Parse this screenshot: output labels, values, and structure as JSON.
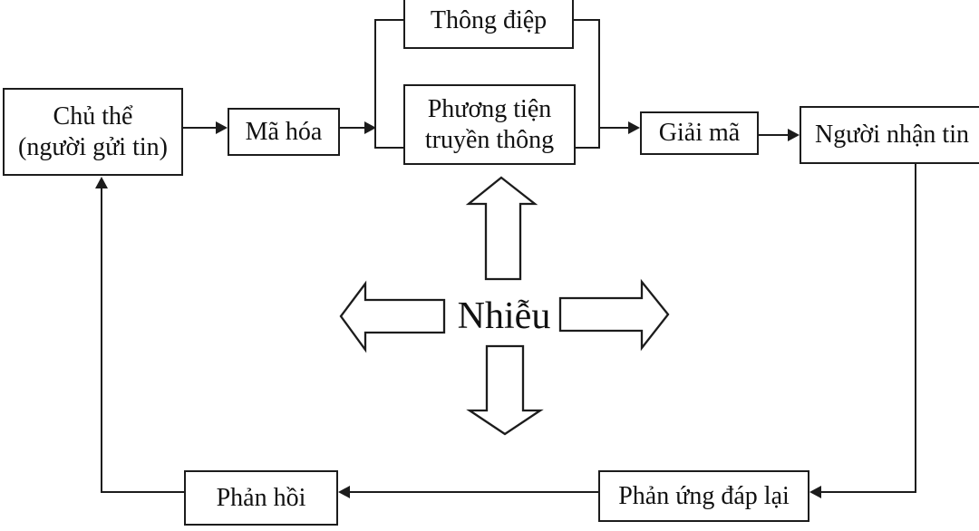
{
  "diagram": {
    "background": "#ffffff",
    "line_color": "#1c1c1c",
    "nodes": {
      "message": {
        "label": "Thông điệp"
      },
      "sender": {
        "label_line1": "Chủ thể",
        "label_line2": "(người gửi tin)"
      },
      "encoding": {
        "label": "Mã hóa"
      },
      "media": {
        "label_line1": "Phương tiện",
        "label_line2": "truyền thông"
      },
      "decoding": {
        "label": "Giải mã"
      },
      "receiver": {
        "label": "Người nhận tin"
      },
      "noise": {
        "label": "Nhiễu"
      },
      "feedback": {
        "label": "Phản hồi"
      },
      "response": {
        "label": "Phản ứng đáp lại"
      }
    }
  }
}
